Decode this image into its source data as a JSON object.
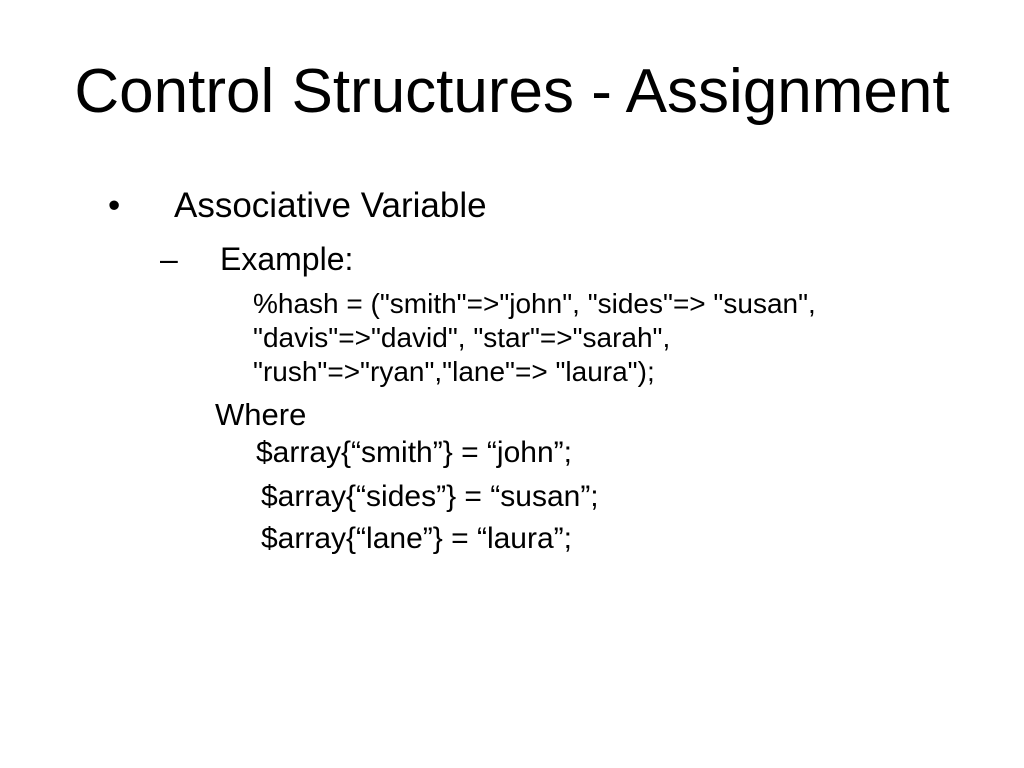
{
  "slide": {
    "title": "Control Structures - Assignment",
    "bullet": {
      "marker": "•",
      "text": "Associative Variable"
    },
    "sub_bullet": {
      "marker": "–",
      "text": "Example:"
    },
    "code_lines": [
      "%hash = (\"smith\"=>\"john\", \"sides\"=> \"susan\",",
      "\"davis\"=>\"david\", \"star\"=>\"sarah\",",
      "\"rush\"=>\"ryan\",\"lane\"=> \"laura\");"
    ],
    "where_label": "Where",
    "assignment_lines": [
      "$array{“smith”} = “john”;",
      "$array{“sides”} = “susan”;",
      "$array{“lane”} = “laura”;"
    ],
    "colors": {
      "background": "#ffffff",
      "text": "#000000"
    }
  }
}
